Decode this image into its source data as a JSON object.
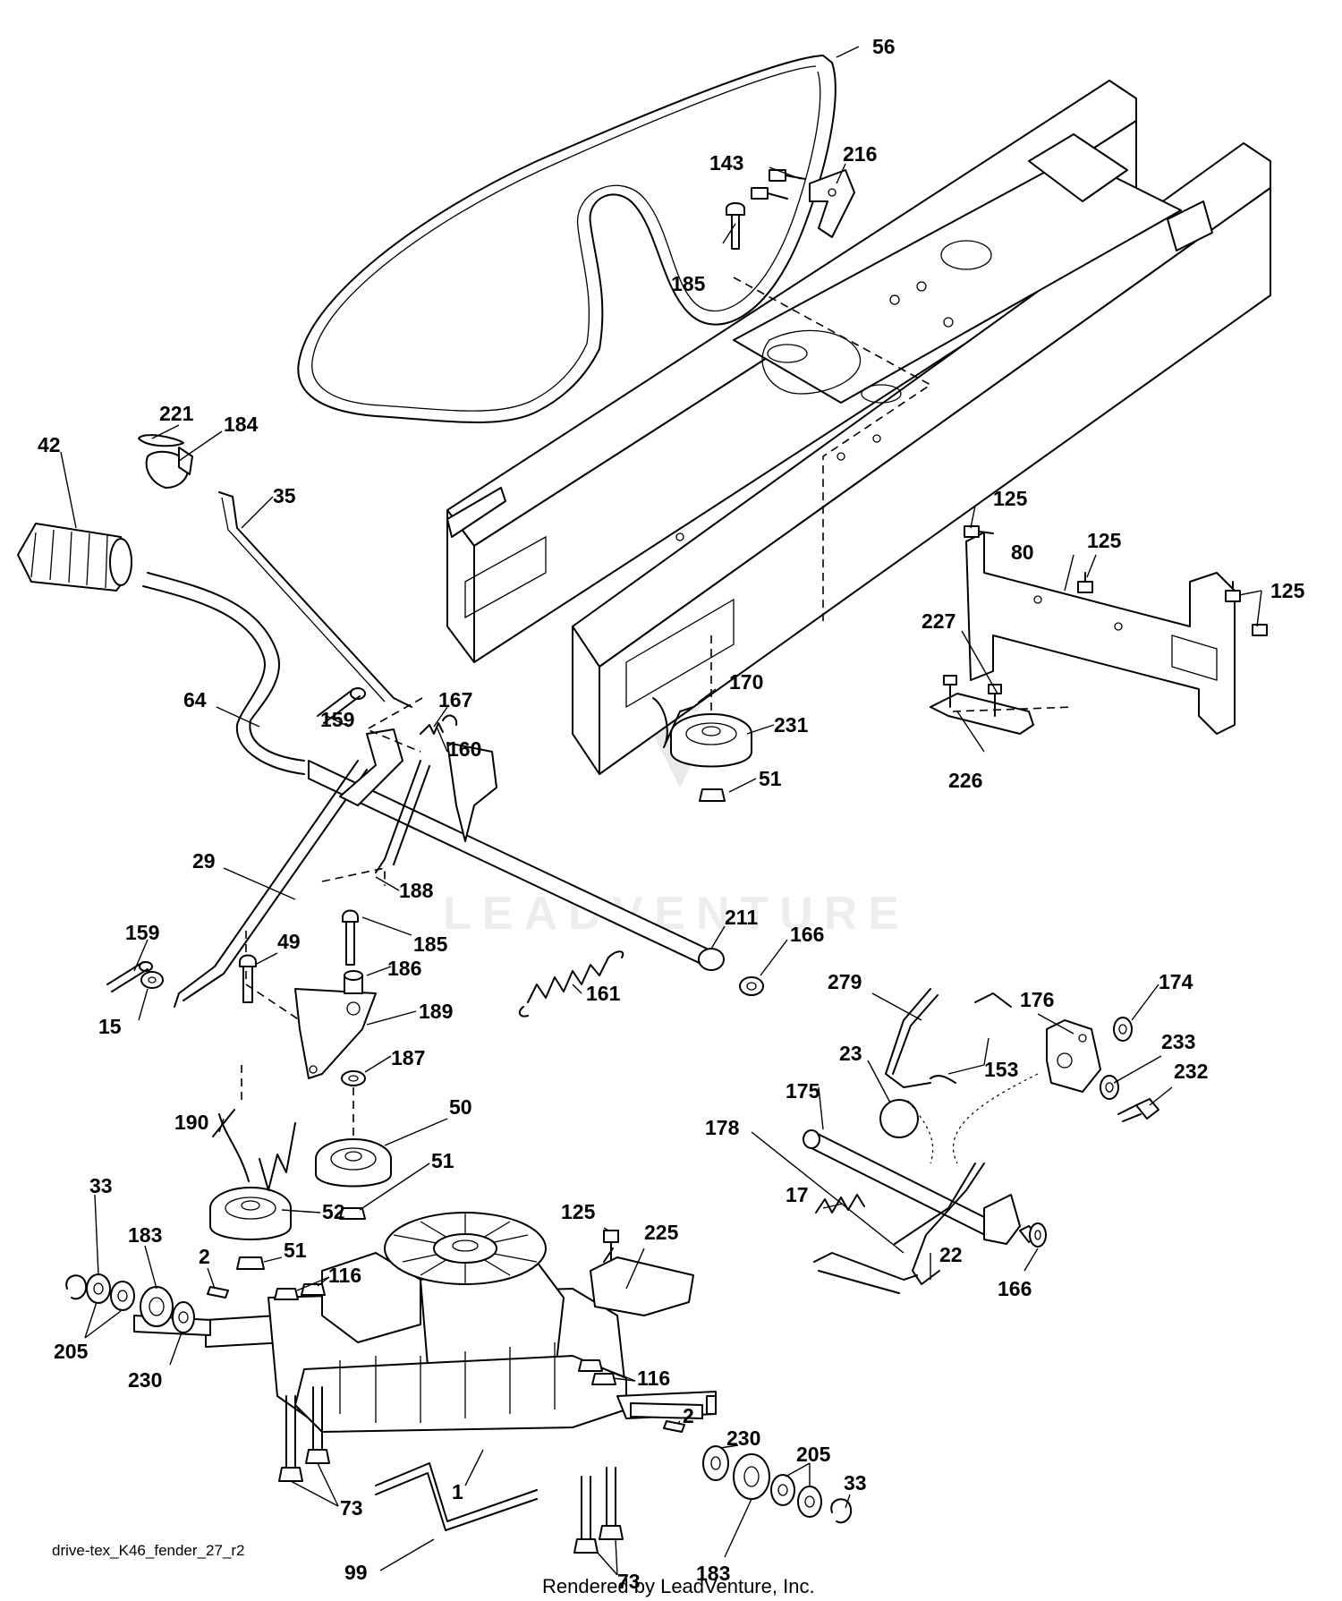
{
  "diagram": {
    "callouts": [
      {
        "key": "c56",
        "text": "56"
      },
      {
        "key": "c143",
        "text": "143"
      },
      {
        "key": "c216",
        "text": "216"
      },
      {
        "key": "c185a",
        "text": "185"
      },
      {
        "key": "c221",
        "text": "221"
      },
      {
        "key": "c184",
        "text": "184"
      },
      {
        "key": "c42",
        "text": "42"
      },
      {
        "key": "c35",
        "text": "35"
      },
      {
        "key": "c125a",
        "text": "125"
      },
      {
        "key": "c125b",
        "text": "125"
      },
      {
        "key": "c80",
        "text": "80"
      },
      {
        "key": "c125c",
        "text": "125"
      },
      {
        "key": "c227",
        "text": "227"
      },
      {
        "key": "c226",
        "text": "226"
      },
      {
        "key": "c64",
        "text": "64"
      },
      {
        "key": "c159a",
        "text": "159"
      },
      {
        "key": "c167",
        "text": "167"
      },
      {
        "key": "c160",
        "text": "160"
      },
      {
        "key": "c170",
        "text": "170"
      },
      {
        "key": "c231",
        "text": "231"
      },
      {
        "key": "c51a",
        "text": "51"
      },
      {
        "key": "c29",
        "text": "29"
      },
      {
        "key": "c188",
        "text": "188"
      },
      {
        "key": "c211",
        "text": "211"
      },
      {
        "key": "c166a",
        "text": "166"
      },
      {
        "key": "c159b",
        "text": "159"
      },
      {
        "key": "c49",
        "text": "49"
      },
      {
        "key": "c185b",
        "text": "185"
      },
      {
        "key": "c186",
        "text": "186"
      },
      {
        "key": "c15",
        "text": "15"
      },
      {
        "key": "c161",
        "text": "161"
      },
      {
        "key": "c189",
        "text": "189"
      },
      {
        "key": "c279",
        "text": "279"
      },
      {
        "key": "c176",
        "text": "176"
      },
      {
        "key": "c174",
        "text": "174"
      },
      {
        "key": "c187",
        "text": "187"
      },
      {
        "key": "c153",
        "text": "153"
      },
      {
        "key": "c233",
        "text": "233"
      },
      {
        "key": "c232",
        "text": "232"
      },
      {
        "key": "c23",
        "text": "23"
      },
      {
        "key": "c175",
        "text": "175"
      },
      {
        "key": "c190",
        "text": "190"
      },
      {
        "key": "c50",
        "text": "50"
      },
      {
        "key": "c178",
        "text": "178"
      },
      {
        "key": "c51b",
        "text": "51"
      },
      {
        "key": "c33a",
        "text": "33"
      },
      {
        "key": "c52",
        "text": "52"
      },
      {
        "key": "c17",
        "text": "17"
      },
      {
        "key": "c183a",
        "text": "183"
      },
      {
        "key": "c125d",
        "text": "125"
      },
      {
        "key": "c225",
        "text": "225"
      },
      {
        "key": "c2a",
        "text": "2"
      },
      {
        "key": "c51c",
        "text": "51"
      },
      {
        "key": "c116a",
        "text": "116"
      },
      {
        "key": "c22",
        "text": "22"
      },
      {
        "key": "c166b",
        "text": "166"
      },
      {
        "key": "c205a",
        "text": "205"
      },
      {
        "key": "c230a",
        "text": "230"
      },
      {
        "key": "c116b",
        "text": "116"
      },
      {
        "key": "c2b",
        "text": "2"
      },
      {
        "key": "c230b",
        "text": "230"
      },
      {
        "key": "c205b",
        "text": "205"
      },
      {
        "key": "c73a",
        "text": "73"
      },
      {
        "key": "c1",
        "text": "1"
      },
      {
        "key": "c33b",
        "text": "33"
      },
      {
        "key": "c99",
        "text": "99"
      },
      {
        "key": "c183b",
        "text": "183"
      },
      {
        "key": "c73b",
        "text": "73"
      }
    ],
    "caption": "drive-tex_K46_fender_27_r2",
    "credit": "Rendered by LeadVenture, Inc.",
    "watermark": "LEADVENTURE"
  }
}
